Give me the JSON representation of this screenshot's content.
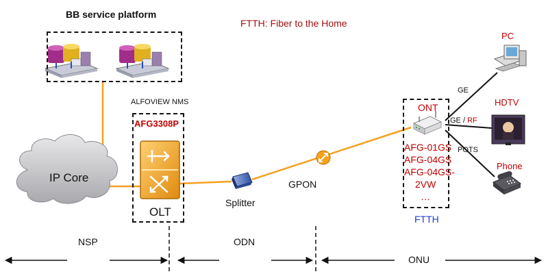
{
  "title": "FTTH: Fiber to the Home",
  "bb_platform": {
    "label": "BB service platform"
  },
  "nms": {
    "label": "ALFOVIEW NMS"
  },
  "olt": {
    "model": "AFG3308P",
    "label": "OLT"
  },
  "ip_core": {
    "label": "IP Core"
  },
  "splitter": {
    "label": "Splitter"
  },
  "gpon": {
    "label": "GPON"
  },
  "ont": {
    "label": "ONT",
    "models": [
      "AFG-01GS",
      "AFG-04GS",
      "AFG-04GS-",
      "2VW",
      "…"
    ],
    "footer": "FTTH"
  },
  "links": {
    "ge": "GE",
    "ge_rf_prefix": "GE /",
    "ge_rf_suffix": "RF",
    "pots": "POTS"
  },
  "devices": {
    "pc": "PC",
    "hdtv": "HDTV",
    "phone": "Phone"
  },
  "segments": {
    "nsp": "NSP",
    "odn": "ODN",
    "onu": "ONU"
  },
  "colors": {
    "fiber": "#f5a020",
    "title": "#a01010",
    "device_label": "#c00000",
    "ftth": "#1f3fd0",
    "olt_body": "#f0a020"
  }
}
